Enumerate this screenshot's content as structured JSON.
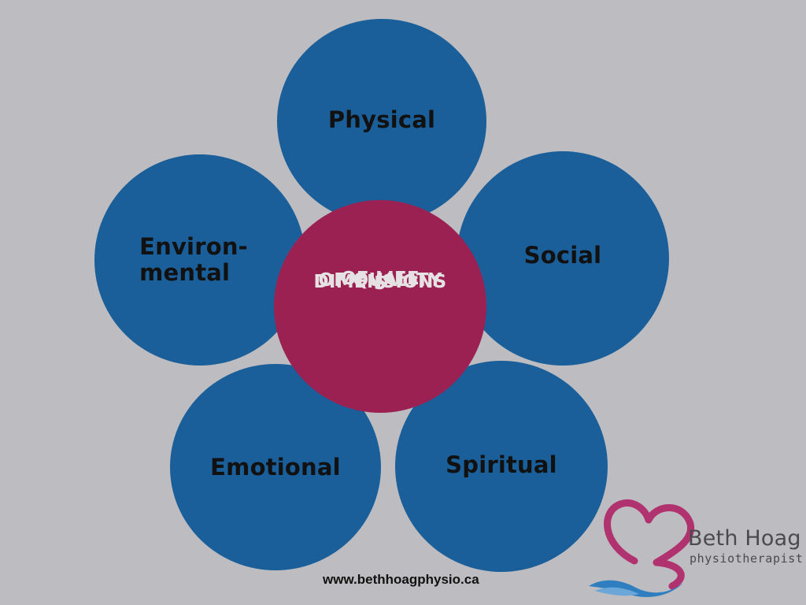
{
  "diagram": {
    "center": {
      "lines": [
        "5",
        "DIMENSIONS",
        "OF QUALITY",
        "OF LIFE"
      ]
    },
    "dimensions": {
      "physical": "Physical",
      "environmental": [
        "Environ-",
        "mental"
      ],
      "social": "Social",
      "emotional": "Emotional",
      "spiritual": "Spiritual"
    }
  },
  "footer": {
    "website": "www.bethhoagphysio.ca"
  },
  "logo": {
    "name": "Beth Hoag",
    "subtitle": "physiotherapist"
  },
  "colors": {
    "background": "#bdbcc1",
    "outer_circle": "#1a5f99",
    "center_circle": "#9b2152",
    "logo_magenta": "#b0336f",
    "logo_blue": "#2f7fc0"
  }
}
